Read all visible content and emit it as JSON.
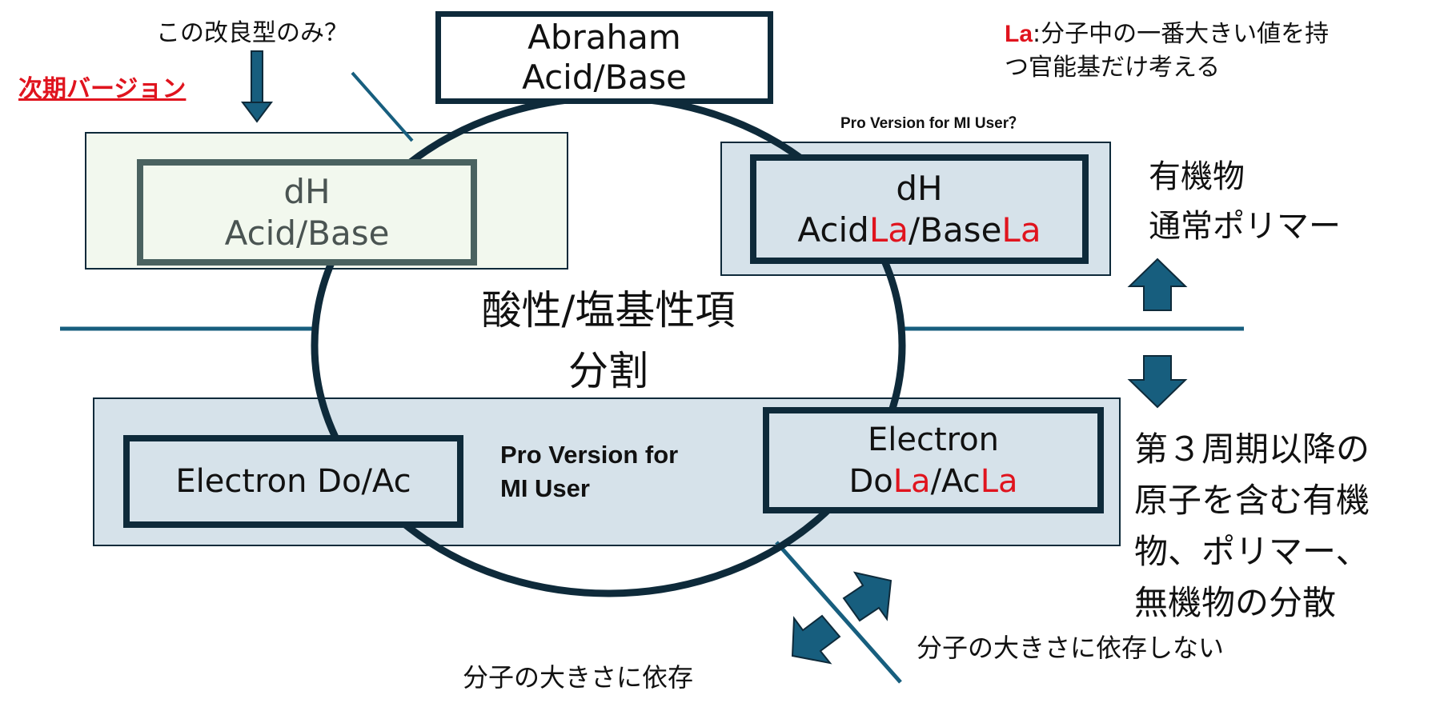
{
  "top_note": "この改良型のみ？",
  "next_version": "次期バージョン",
  "abraham_box": {
    "line1": "Abraham",
    "line2": "Acid/Base"
  },
  "la_note": {
    "prefix": "La",
    "line1": ":分子中の一番大きい値を持",
    "line2": "つ官能基だけ考える"
  },
  "pro_version_question": "Pro Version for MI User？",
  "dh_box_left": {
    "line1": "dH",
    "line2": "Acid/Base"
  },
  "dh_box_right": {
    "line1": "dH",
    "acid": "Acid",
    "la1": "La",
    "slash_base": "/Base",
    "la2": "La"
  },
  "organic_note": {
    "line1": "有機物",
    "line2": "通常ポリマー"
  },
  "center_title": {
    "line1": "酸性/塩基性項",
    "line2": "分割"
  },
  "electron_box_left": "Electron Do/Ac",
  "pro_version": {
    "line1": "Pro Version for",
    "line2": "MI User"
  },
  "electron_box_right": {
    "line1": "Electron",
    "do": "Do",
    "la1": "La",
    "slash_ac": "/Ac",
    "la2": "La"
  },
  "period3_note": {
    "line1": "第３周期以降の",
    "line2": "原子を含む有機",
    "line3": "物、ポリマー、",
    "line4": "無機物の分散"
  },
  "size_independent": "分子の大きさに依存しない",
  "size_dependent": "分子の大きさに依存",
  "colors": {
    "accent": "#175e7e",
    "dark": "#0e2a3a",
    "red": "#e0141e",
    "panel_blue": "#d6e2ea",
    "panel_green": "#f2f8ee"
  }
}
